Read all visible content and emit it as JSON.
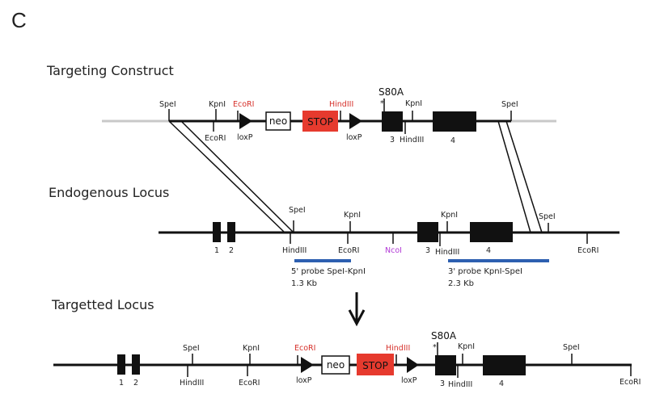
{
  "panel_label": "C",
  "colors": {
    "line": "#111111",
    "vector_arm": "#c8c8c8",
    "stop_box": "#e63a2e",
    "red_site": "#d6302a",
    "ncoi_site": "#b23ad6",
    "probe": "#2d5fb0"
  },
  "targeting_construct": {
    "title": "Targeting Construct",
    "sites": {
      "spei_left": "SpeI",
      "kpni": "KpnI",
      "ecori_below": "EcoRI",
      "ecori_red": "EcoRI",
      "loxp1": "loxP",
      "neo": "neo",
      "stop": "STOP",
      "hindiii_red": "HindIII",
      "loxp2": "loxP",
      "mutation": "S80A",
      "asterisk": "*",
      "exon3": "3",
      "hindiii": "HindIII",
      "kpni_2": "KpnI",
      "exon4": "4",
      "spei_right": "SpeI"
    }
  },
  "endogenous_locus": {
    "title": "Endogenous Locus",
    "sites": {
      "exon1": "1",
      "exon2": "2",
      "hindiii": "HindIII",
      "spei": "SpeI",
      "kpni": "KpnI",
      "ecori": "EcoRI",
      "ncoi": "NcoI",
      "exon3": "3",
      "hindiii_2": "HindIII",
      "kpni_2": "KpnI",
      "exon4": "4",
      "spei_2": "SpeI",
      "ecori_2": "EcoRI"
    },
    "probes": [
      {
        "name": "5' probe SpeI-KpnI",
        "size": "1.3 Kb"
      },
      {
        "name": "3' probe KpnI-SpeI",
        "size": "2.3 Kb"
      }
    ]
  },
  "targeted_locus": {
    "title": "Targetted Locus",
    "sites": {
      "exon1": "1",
      "exon2": "2",
      "spei": "SpeI",
      "hindiii": "HindIII",
      "kpni": "KpnI",
      "ecori": "EcoRI",
      "ecori_red": "EcoRI",
      "loxp1": "loxP",
      "neo": "neo",
      "stop": "STOP",
      "hindiii_red": "HindIII",
      "loxp2": "loxP",
      "mutation": "S80A",
      "asterisk": "*",
      "exon3": "3",
      "hindiii_2": "HindIII",
      "kpni_2": "KpnI",
      "exon4": "4",
      "spei_2": "SpeI",
      "ecori_2": "EcoRI"
    }
  }
}
